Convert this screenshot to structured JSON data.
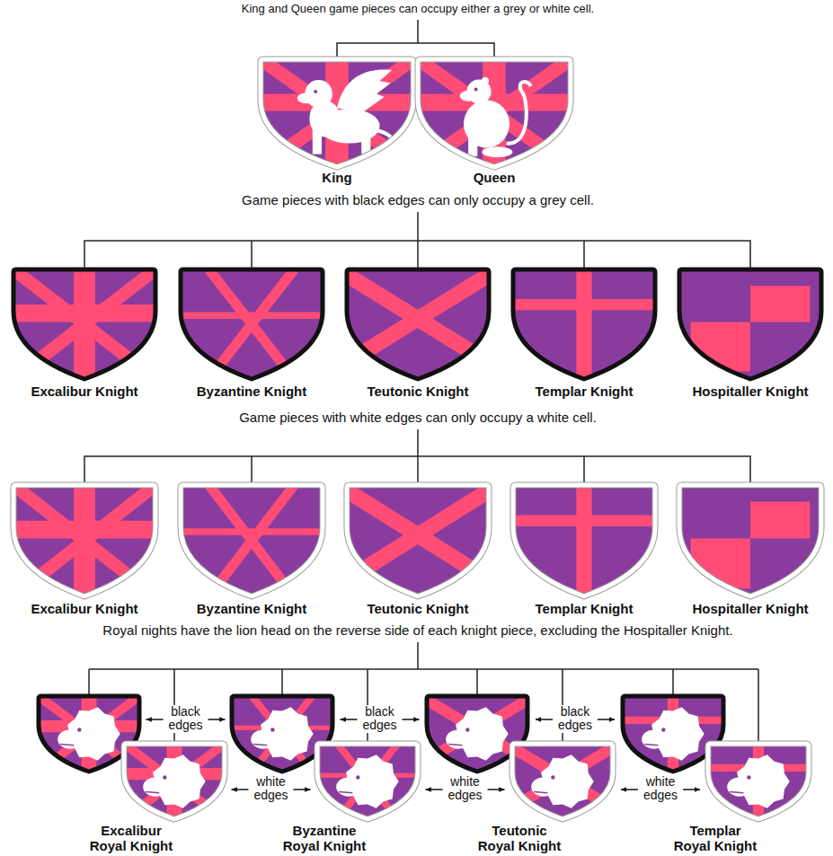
{
  "diagram": {
    "nodes": [
      {
        "text": [
          "King"
        ]
      },
      {
        "text": [
          "Queen"
        ]
      },
      {
        "text": [
          "Excalibur Knight"
        ]
      },
      {
        "text": [
          "Byzantine Knight"
        ]
      },
      {
        "text": [
          "Teutonic Knight"
        ]
      },
      {
        "text": [
          "Templar Knight"
        ]
      },
      {
        "text": [
          "Hospitaller Knight"
        ]
      },
      {
        "text": [
          "Excalibur Knight"
        ]
      },
      {
        "text": [
          "Byzantine Knight"
        ]
      },
      {
        "text": [
          "Teutonic Knight"
        ]
      },
      {
        "text": [
          "Templar Knight"
        ]
      },
      {
        "text": [
          "Hospitaller Knight"
        ]
      },
      {
        "text": [
          "Excalibur Royal Knight"
        ]
      },
      {
        "text": [
          "Byzantine Royal Knight"
        ]
      },
      {
        "text": [
          "Teutonic Royal Knight"
        ]
      },
      {
        "text": [
          "Templar Royal Knight"
        ]
      }
    ],
    "labels": [
      "King and Queen game pieces can occupy either a grey or white cell.",
      "Game pieces with black edges can only occupy a grey cell.",
      "Game pieces with white edges can only occupy a white cell.",
      "Royal nights have the lion head on the reverse side of each knight piece, excluding the Hospitaller Knight.",
      "black edges",
      "black edges",
      "black edges",
      "white edges",
      "white edges",
      "white edges"
    ]
  }
}
